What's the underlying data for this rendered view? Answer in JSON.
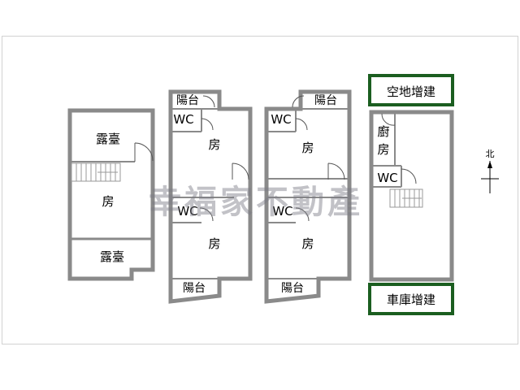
{
  "floor1": {
    "terrace_top": "露臺",
    "room": "房",
    "terrace_bottom": "露臺"
  },
  "floor2": {
    "balcony_top": "陽台",
    "wc_top": "WC",
    "room_top": "房",
    "wc_mid": "WC",
    "room_bottom": "房",
    "balcony_bottom": "陽台"
  },
  "floor3": {
    "balcony_top": "陽台",
    "wc_top": "WC",
    "room_top": "房",
    "wc_mid": "WC",
    "room_bottom": "房",
    "balcony_bottom": "陽台"
  },
  "floor4": {
    "extension_top": "空地增建",
    "kitchen": "廚\n房",
    "kitchen_line1": "廚",
    "kitchen_line2": "房",
    "wc": "WC",
    "extension_bottom": "車庫增建"
  },
  "compass": {
    "north": "北"
  },
  "watermark": "幸福家不動產"
}
